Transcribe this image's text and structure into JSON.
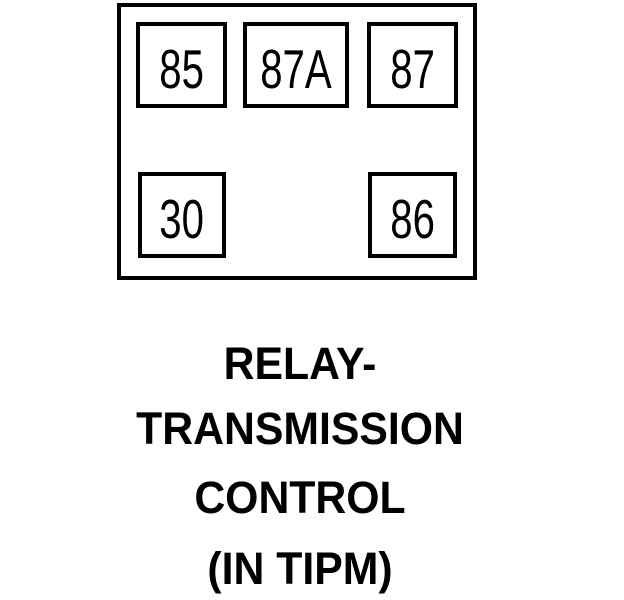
{
  "relay": {
    "pins": [
      {
        "id": "85",
        "label": "85"
      },
      {
        "id": "87A",
        "label": "87A"
      },
      {
        "id": "87",
        "label": "87"
      },
      {
        "id": "30",
        "label": "30"
      },
      {
        "id": "86",
        "label": "86"
      }
    ]
  },
  "caption": {
    "lines": [
      "RELAY-",
      "TRANSMISSION",
      "CONTROL",
      "(IN TIPM)"
    ]
  },
  "colors": {
    "line": "#000000",
    "text": "#000000",
    "background": "#ffffff"
  }
}
